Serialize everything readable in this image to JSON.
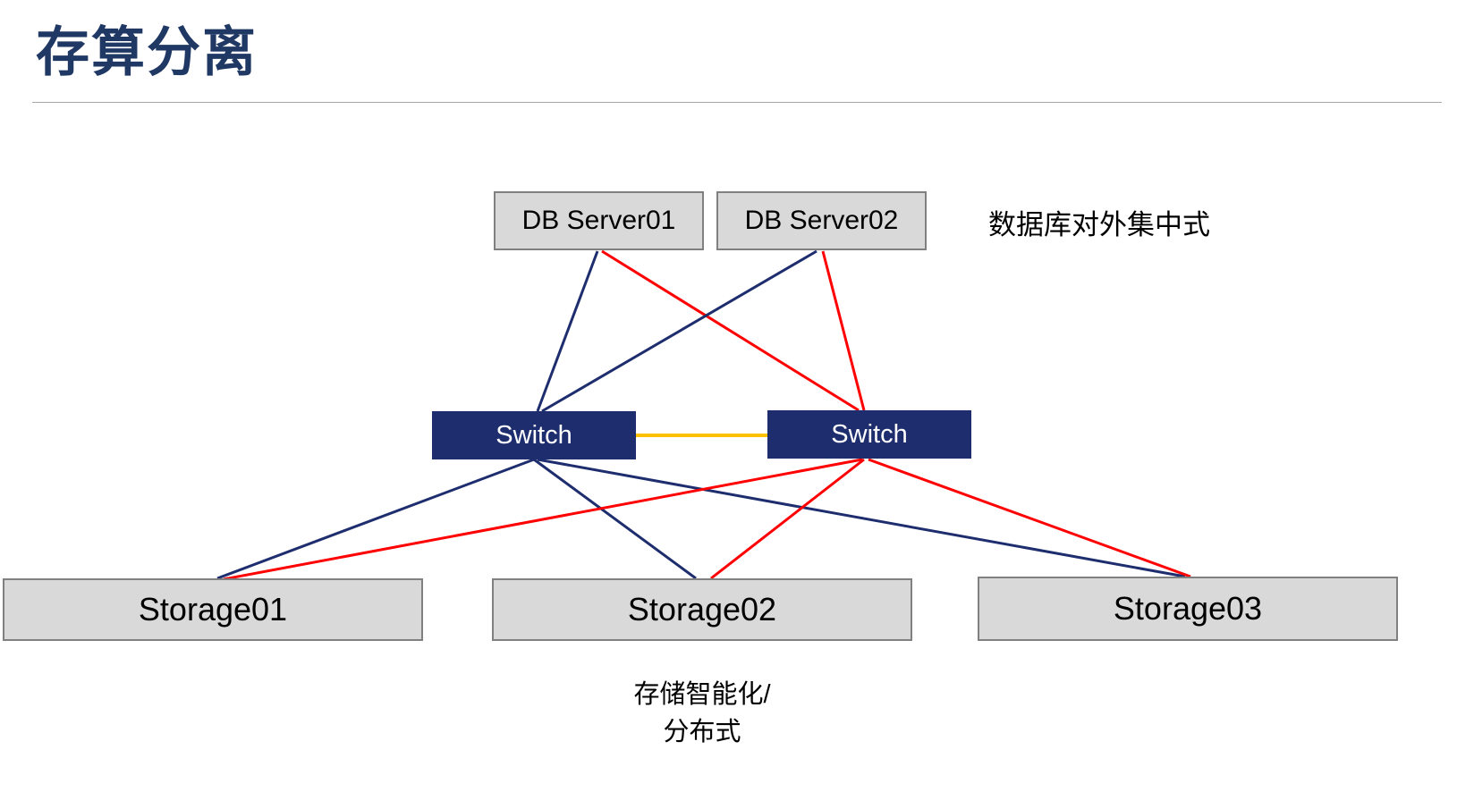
{
  "slide": {
    "title": "存算分离",
    "annotations": {
      "db_note": "数据库对外集中式",
      "storage_note_line1": "存储智能化/",
      "storage_note_line2": "分布式"
    }
  },
  "nodes": {
    "db1": {
      "label": "DB Server01"
    },
    "db2": {
      "label": "DB Server02"
    },
    "switch1": {
      "label": "Switch"
    },
    "switch2": {
      "label": "Switch"
    },
    "storage1": {
      "label": "Storage01"
    },
    "storage2": {
      "label": "Storage02"
    },
    "storage3": {
      "label": "Storage03"
    }
  },
  "colors": {
    "navy": "#1e2d6e",
    "red": "#ff0000",
    "orange": "#ffc000",
    "title": "#1f3864",
    "node_fill": "#d9d9d9",
    "node_border": "#808080",
    "switch_fill": "#1e2d6e"
  },
  "connections": [
    {
      "from": "db-server-01",
      "to": "switch-1",
      "color": "navy"
    },
    {
      "from": "db-server-01",
      "to": "switch-2",
      "color": "red"
    },
    {
      "from": "db-server-02",
      "to": "switch-1",
      "color": "navy"
    },
    {
      "from": "db-server-02",
      "to": "switch-2",
      "color": "red"
    },
    {
      "from": "switch-1",
      "to": "switch-2",
      "color": "orange"
    },
    {
      "from": "switch-1",
      "to": "storage-01",
      "color": "navy"
    },
    {
      "from": "switch-1",
      "to": "storage-02",
      "color": "navy"
    },
    {
      "from": "switch-1",
      "to": "storage-03",
      "color": "navy"
    },
    {
      "from": "switch-2",
      "to": "storage-01",
      "color": "red"
    },
    {
      "from": "switch-2",
      "to": "storage-02",
      "color": "red"
    },
    {
      "from": "switch-2",
      "to": "storage-03",
      "color": "red"
    }
  ]
}
